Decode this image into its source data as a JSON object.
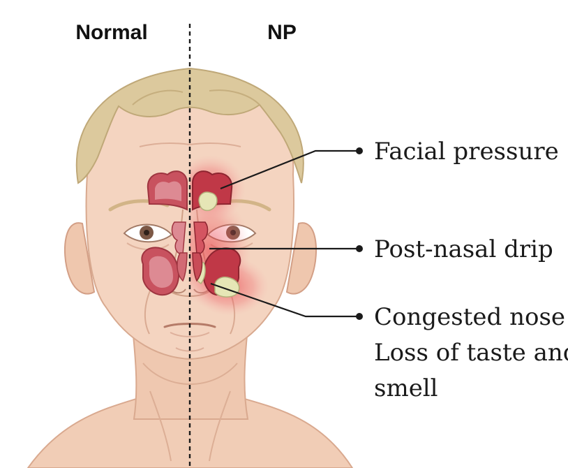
{
  "headings": {
    "left": "Normal",
    "right": "NP"
  },
  "callouts": [
    {
      "lines": [
        "Facial pressure"
      ]
    },
    {
      "lines": [
        "Post-nasal drip"
      ]
    },
    {
      "lines": [
        "Congested nose",
        "Loss of taste and",
        "smell"
      ]
    }
  ],
  "colors": {
    "skin": "#f3d2bd",
    "skin_shadow": "#e2b59c",
    "hair": "#d9c89a",
    "hair_shadow": "#c7b27c",
    "sinus_normal": "#c8525f",
    "sinus_inner": "#dd8a93",
    "inflammation": "#e8323f",
    "polyp": "#e6e6b6",
    "line": "#1a1a1a"
  }
}
